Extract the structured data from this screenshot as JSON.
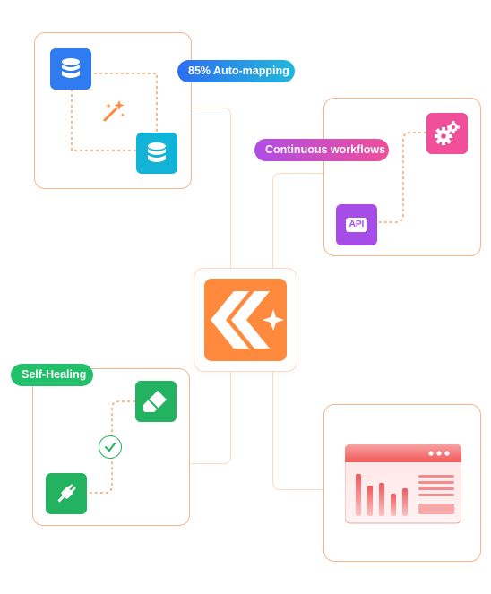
{
  "badges": {
    "auto_mapping": "85% Auto-mapping",
    "continuous_workflows": "Continuous workflows",
    "self_healing": "Self-Healing"
  },
  "api_tile": {
    "label": "API"
  },
  "colors": {
    "brand_orange": "#ff8a3d",
    "card_border": "#f6b58c",
    "connector": "#fbd9c3",
    "auto_mapping_gradient": [
      "#2e6ff2",
      "#22b8d9"
    ],
    "continuous_workflows_gradient": [
      "#b04ce6",
      "#f04f9a"
    ],
    "self_healing_color": "#22c06a",
    "database_blue": "#2f7bf2",
    "database_cyan": "#12b3d6",
    "gears_pink": "#f04f9a",
    "api_purple": "#a64de8",
    "green": "#23b25f",
    "chart_red": "#f0585a"
  },
  "icons": [
    "database-icon",
    "magic-wand-icon",
    "gears-icon",
    "api-icon",
    "logo-icon",
    "eraser-icon",
    "check-icon",
    "plug-icon",
    "dashboard-chart-icon"
  ]
}
